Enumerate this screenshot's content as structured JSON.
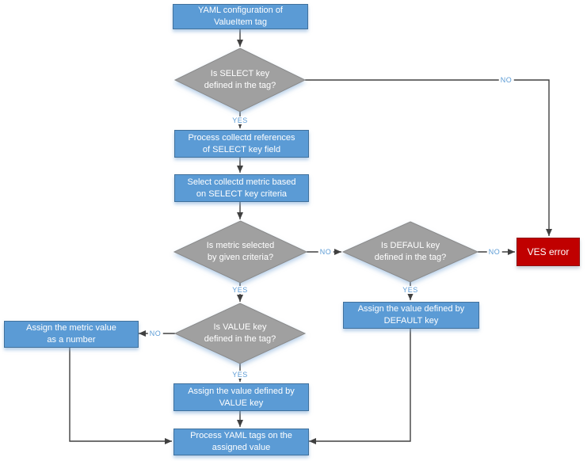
{
  "colors": {
    "process_fill": "#5B9BD5",
    "process_border": "#41719C",
    "decision_fill": "#A0A0A0",
    "decision_border": "#8A8A8A",
    "error_fill": "#C00000",
    "error_border": "#8F1010",
    "connector": "#404040",
    "edge_label": "#5B9BD5",
    "node_text": "#FFFFFF"
  },
  "nodes": {
    "start": {
      "type": "process",
      "label": "YAML configuration of\nValueItem tag"
    },
    "select_key_decision": {
      "type": "decision",
      "label": "Is SELECT key\ndefined in the tag?"
    },
    "process_references": {
      "type": "process",
      "label": "Process collectd references\nof SELECT key field"
    },
    "select_metric": {
      "type": "process",
      "label": "Select collectd metric based\non SELECT key criteria"
    },
    "metric_selected_decision": {
      "type": "decision",
      "label": "Is metric selected\nby given criteria?"
    },
    "default_key_decision": {
      "type": "decision",
      "label": "Is DEFAUL key\ndefined in the tag?"
    },
    "ves_error": {
      "type": "error",
      "label": "VES error"
    },
    "assign_default": {
      "type": "process",
      "label": "Assign the value defined by\nDEFAULT key"
    },
    "value_key_decision": {
      "type": "decision",
      "label": "Is VALUE key\ndefined in the tag?"
    },
    "assign_metric_number": {
      "type": "process",
      "label": "Assign the metric value\nas a number"
    },
    "assign_value_key": {
      "type": "process",
      "label": "Assign the value defined by\nVALUE key"
    },
    "process_yaml_tags": {
      "type": "process",
      "label": "Process YAML tags on the\nassigned value"
    }
  },
  "edge_labels": {
    "select_yes": "YES",
    "select_no": "NO",
    "metric_yes": "YES",
    "metric_no": "NO",
    "default_yes": "YES",
    "default_no": "NO",
    "value_yes": "YES",
    "value_no": "NO"
  }
}
